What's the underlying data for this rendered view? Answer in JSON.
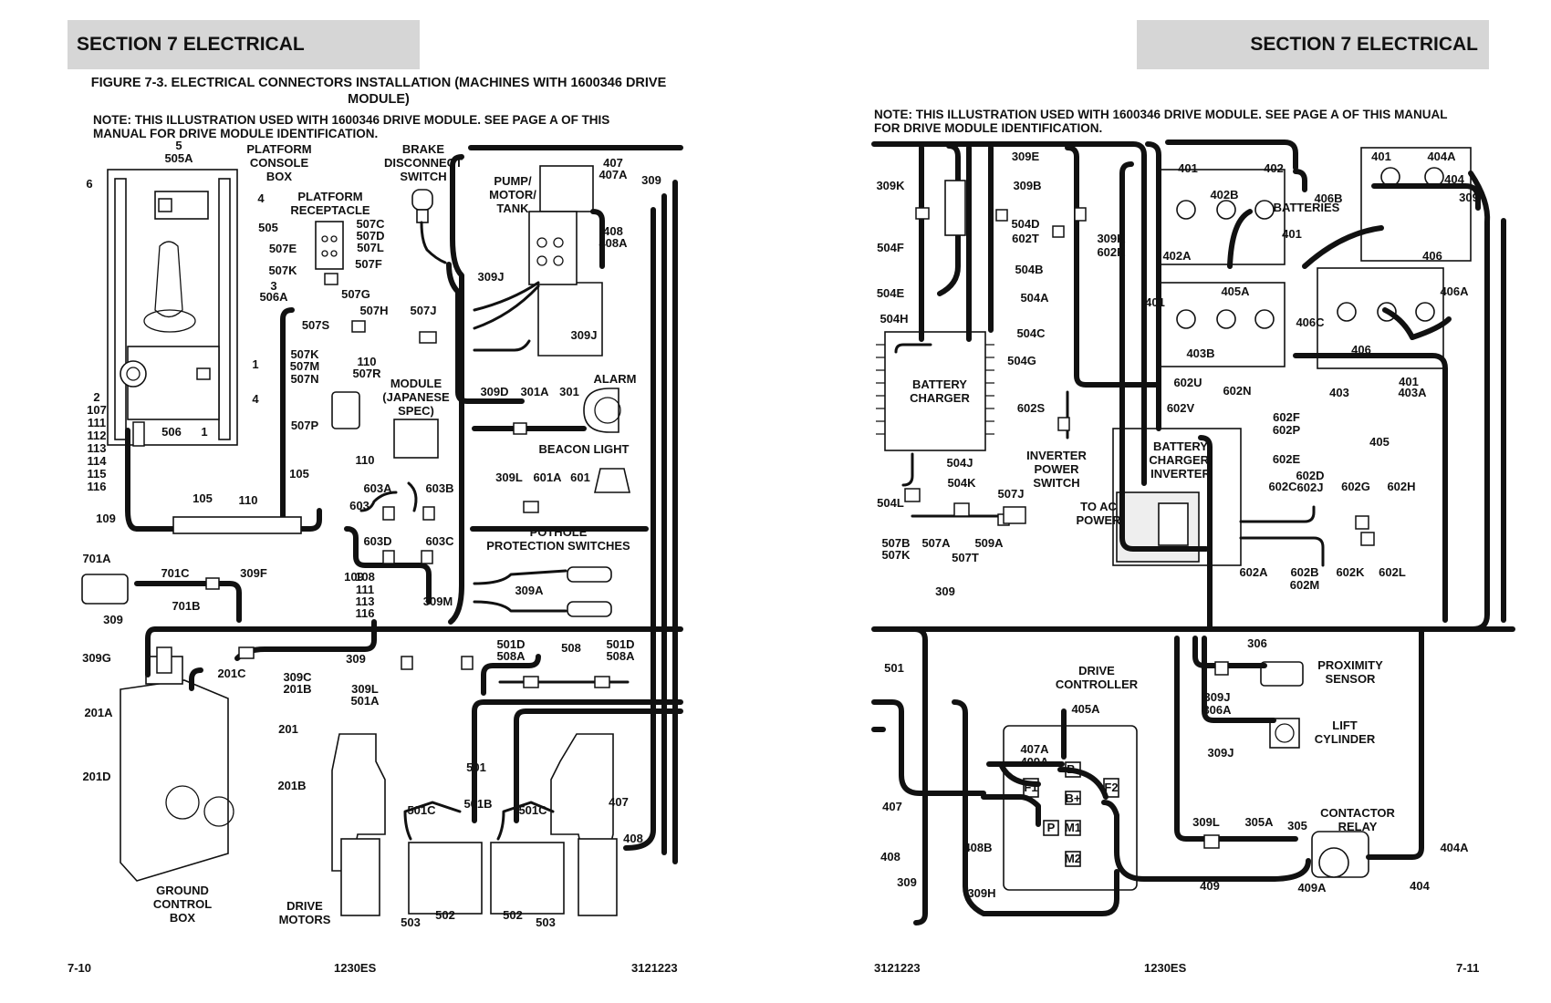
{
  "header": {
    "left": "SECTION 7   ELECTRICAL",
    "right": "SECTION 7   ELECTRICAL"
  },
  "figure_title": "FIGURE 7-3. ELECTRICAL CONNECTORS INSTALLATION (MACHINES WITH 1600346 DRIVE MODULE)",
  "notes": {
    "left": "NOTE: THIS ILLUSTRATION USED WITH 1600346 DRIVE MODULE.  SEE PAGE A OF THIS MANUAL FOR DRIVE MODULE IDENTIFICATION.",
    "right": "NOTE: THIS ILLUSTRATION USED WITH 1600346 DRIVE MODULE.  SEE PAGE A OF THIS MANUAL FOR DRIVE MODULE IDENTIFICATION."
  },
  "footer": {
    "left_page": "7-10",
    "left_model": "1230ES",
    "left_doc": "3121223",
    "right_doc": "3121223",
    "right_model": "1230ES",
    "right_page": "7-11"
  },
  "left_labels": {
    "platform_console_box": [
      "PLATFORM",
      "CONSOLE",
      "BOX"
    ],
    "brake_disconnect_switch": [
      "BRAKE",
      "DISCONNECT",
      "SWITCH"
    ],
    "platform_receptacle": [
      "PLATFORM",
      "RECEPTACLE"
    ],
    "pump_motor_tank": [
      "PUMP/",
      "MOTOR/",
      "TANK"
    ],
    "module_japanese_spec": [
      "MODULE",
      "(JAPANESE",
      "SPEC)"
    ],
    "alarm": "ALARM",
    "beacon_light": "BEACON LIGHT",
    "pothole_protection_switches": [
      "POTHOLE",
      "PROTECTION SWITCHES"
    ],
    "ground_control_box": [
      "GROUND",
      "CONTROL",
      "BOX"
    ],
    "drive_motors": [
      "DRIVE",
      "MOTORS"
    ],
    "refs": [
      "5",
      "505A",
      "6",
      "4",
      "505",
      "507E",
      "507K",
      "3",
      "506A",
      "507C",
      "507D",
      "507L",
      "507F",
      "507G",
      "507S",
      "507H",
      "507J",
      "507K",
      "507M",
      "507N",
      "110",
      "507R",
      "507P",
      "1",
      "4",
      "2",
      "107",
      "111",
      "112",
      "113",
      "114",
      "115",
      "116",
      "506",
      "1",
      "110",
      "603A",
      "603B",
      "603",
      "603D",
      "603C",
      "105",
      "105",
      "110",
      "109",
      "701A",
      "701C",
      "309F",
      "701B",
      "309",
      "109",
      "108",
      "111",
      "113",
      "116",
      "309M",
      "407",
      "407A",
      "309",
      "408",
      "408A",
      "309J",
      "309J",
      "309D",
      "301A",
      "301",
      "309L",
      "601A",
      "601",
      "309A",
      "309G",
      "309C",
      "201B",
      "201C",
      "309",
      "309L",
      "501A",
      "501D",
      "508A",
      "508",
      "501D",
      "508A",
      "201A",
      "201",
      "201D",
      "201B",
      "501",
      "501B",
      "501C",
      "501C",
      "407",
      "408",
      "503",
      "502",
      "502",
      "503"
    ]
  },
  "right_labels": {
    "batteries": "BATTERIES",
    "battery_charger": [
      "BATTERY",
      "CHARGER"
    ],
    "inverter_power_switch": [
      "INVERTER",
      "POWER",
      "SWITCH"
    ],
    "to_ac_power": [
      "TO AC",
      "POWER"
    ],
    "battery_charger_inverter": [
      "BATTERY",
      "CHARGER/",
      "INVERTER"
    ],
    "drive_controller": [
      "DRIVE",
      "CONTROLLER"
    ],
    "proximity_sensor": [
      "PROXIMITY",
      "SENSOR"
    ],
    "lift_cylinder": [
      "LIFT",
      "CYLINDER"
    ],
    "contactor_relay": [
      "CONTACTOR",
      "RELAY"
    ],
    "terminals": [
      "F1",
      "B-",
      "B+",
      "P",
      "M1",
      "M2",
      "F2"
    ],
    "refs": [
      "309E",
      "309K",
      "309B",
      "504D",
      "602T",
      "309K",
      "602R",
      "504F",
      "504B",
      "504E",
      "504A",
      "504H",
      "504C",
      "504G",
      "602S",
      "504J",
      "504K",
      "504L",
      "507J",
      "507B",
      "507K",
      "507A",
      "507T",
      "509A",
      "401",
      "402",
      "402B",
      "402A",
      "401",
      "405A",
      "401",
      "406B",
      "406",
      "406A",
      "406C",
      "406",
      "403B",
      "403",
      "403A",
      "401",
      "401",
      "404A",
      "404",
      "309",
      "602U",
      "602V",
      "602N",
      "602F",
      "602P",
      "602E",
      "602D",
      "602J",
      "602C",
      "602G",
      "602H",
      "602A",
      "602B",
      "602M",
      "602K",
      "602L",
      "405",
      "309",
      "501",
      "405A",
      "407A",
      "409A",
      "407",
      "408B",
      "408",
      "309",
      "309H",
      "306",
      "309J",
      "306A",
      "309J",
      "309L",
      "305A",
      "305",
      "404A",
      "409",
      "409A",
      "404"
    ]
  }
}
